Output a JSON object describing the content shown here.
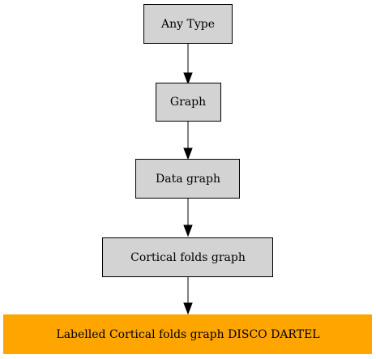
{
  "nodes": [
    {
      "id": "any-type",
      "label": "Any Type",
      "fill": "#d3d3d3",
      "border": "#000000"
    },
    {
      "id": "graph",
      "label": "Graph",
      "fill": "#d3d3d3",
      "border": "#000000"
    },
    {
      "id": "data-graph",
      "label": "Data graph",
      "fill": "#d3d3d3",
      "border": "#000000"
    },
    {
      "id": "cortical-folds-graph",
      "label": "Cortical folds graph",
      "fill": "#d3d3d3",
      "border": "#000000"
    },
    {
      "id": "labelled-cortical-folds-graph-disco-dartel",
      "label": "Labelled Cortical folds graph DISCO DARTEL",
      "fill": "#ffa500",
      "border": "#ffa500"
    }
  ],
  "edges": [
    {
      "from": "any-type",
      "to": "graph"
    },
    {
      "from": "graph",
      "to": "data-graph"
    },
    {
      "from": "data-graph",
      "to": "cortical-folds-graph"
    },
    {
      "from": "cortical-folds-graph",
      "to": "labelled-cortical-folds-graph-disco-dartel"
    }
  ]
}
